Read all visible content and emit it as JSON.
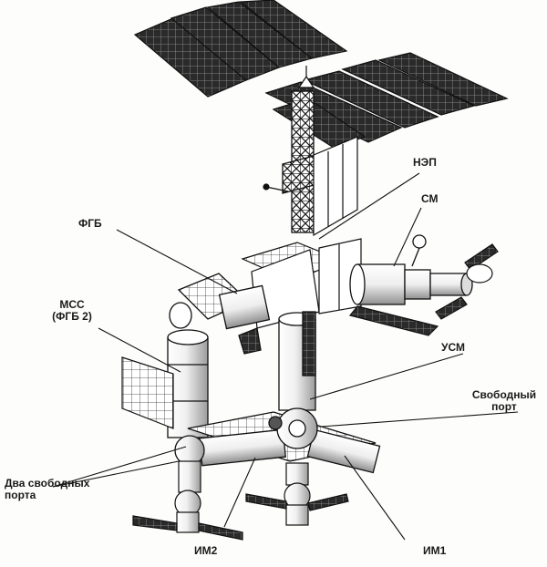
{
  "labels": {
    "nep": "НЭП",
    "sm": "СМ",
    "fgb": "ФГБ",
    "mss_line1": "МСС",
    "mss_line2": "(ФГБ 2)",
    "usm": "УСМ",
    "free_port_line1": "Свободный",
    "free_port_line2": "порт",
    "two_free_ports_line1": "Два свободных",
    "two_free_ports_line2": "порта",
    "im2": "ИМ2",
    "im1": "ИМ1"
  },
  "colors": {
    "ink": "#1a1a1a",
    "panel": "#2a2a2a",
    "paper": "#fdfdfb"
  }
}
